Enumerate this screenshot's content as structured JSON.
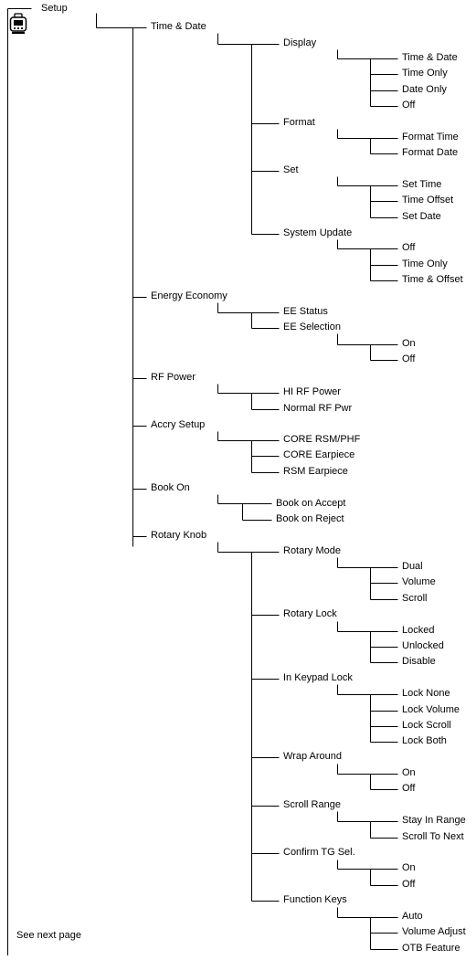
{
  "root": {
    "label": "Setup",
    "icon": "menu-setup-icon"
  },
  "footer": {
    "see_next_page": "See next page"
  },
  "level1": [
    "Time & Date",
    "Energy Economy",
    "RF Power",
    "Accry Setup",
    "Book On",
    "Rotary Knob"
  ],
  "time_date": {
    "children": [
      "Display",
      "Format",
      "Set",
      "System Update"
    ],
    "display": [
      "Time & Date",
      "Time Only",
      "Date Only",
      "Off"
    ],
    "format": [
      "Format Time",
      "Format Date"
    ],
    "set": [
      "Set Time",
      "Time Offset",
      "Set Date"
    ],
    "system_update": [
      "Off",
      "Time Only",
      "Time & Offset"
    ]
  },
  "energy_economy": {
    "children": [
      "EE Status",
      "EE Selection"
    ],
    "ee_selection": [
      "On",
      "Off"
    ]
  },
  "rf_power": {
    "children": [
      "HI RF Power",
      "Normal RF Pwr"
    ]
  },
  "accry_setup": {
    "children": [
      "CORE RSM/PHF",
      "CORE Earpiece",
      "RSM Earpiece"
    ]
  },
  "book_on": {
    "children": [
      "Book on Accept",
      "Book on Reject"
    ]
  },
  "rotary_knob": {
    "children": [
      "Rotary Mode",
      "Rotary Lock",
      "In Keypad Lock",
      "Wrap Around",
      "Scroll Range",
      "Confirm TG Sel.",
      "Function Keys"
    ],
    "rotary_mode": [
      "Dual",
      "Volume",
      "Scroll"
    ],
    "rotary_lock": [
      "Locked",
      "Unlocked",
      "Disable"
    ],
    "in_keypad_lock": [
      "Lock None",
      "Lock Volume",
      "Lock Scroll",
      "Lock Both"
    ],
    "wrap_around": [
      "On",
      "Off"
    ],
    "scroll_range": [
      "Stay In Range",
      "Scroll To Next"
    ],
    "confirm_tg_sel": [
      "On",
      "Off"
    ],
    "function_keys": [
      "Auto",
      "Volume Adjust",
      "OTB Feature"
    ]
  }
}
